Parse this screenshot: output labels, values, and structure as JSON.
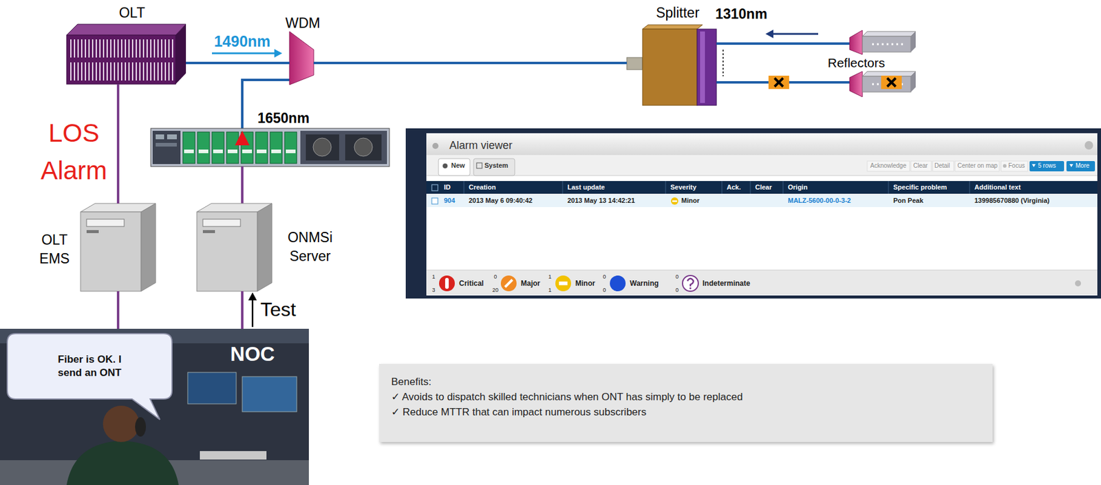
{
  "diagram": {
    "nodes": [
      {
        "text": [
          "OLT"
        ]
      },
      {
        "text": [
          "WDM"
        ]
      },
      {
        "text": [
          "Splitter"
        ]
      },
      {
        "text": [
          "OLT EMS"
        ]
      },
      {
        "text": [
          "ONMSi Server"
        ]
      },
      {
        "text": [
          "Alarm viewer"
        ]
      },
      {
        "text": [
          "NOC"
        ]
      },
      {
        "text": [
          "Fiber is OK. I send an ONT"
        ],
        "in": 6
      },
      {
        "text": [
          "Benefits:",
          "✓ Avoids to dispatch skilled technicians when ONT has simply to be replaced",
          "✓ Reduce MTTR that can impact numerous subscribers"
        ]
      }
    ],
    "edges": [
      {
        "from": 0,
        "to": 1,
        "arrow": "none"
      },
      {
        "from": 1,
        "to": 2,
        "arrow": "none"
      },
      {
        "from": 0,
        "to": 3,
        "arrow": "none"
      },
      {
        "from": 3,
        "to": 6,
        "arrow": "none"
      },
      {
        "from": 4,
        "to": 6,
        "arrow": "none"
      }
    ],
    "labels": [
      "1490nm",
      "1310nm",
      "Reflectors",
      "1650nm",
      "LOS Alarm",
      "Test",
      "New",
      "System",
      "Acknowledge",
      "Clear",
      "Detail",
      "Center on map",
      "Focus",
      "5 rows",
      "More",
      "ID",
      "Creation",
      "Last update",
      "Severity",
      "Ack.",
      "Clear",
      "Origin",
      "Specific problem",
      "Additional text",
      "904",
      "2013 May 6 09:40:42",
      "2013 May 13 14:42:21",
      "Minor",
      "MALZ-5600-00-0-3-2",
      "Pon Peak",
      "139985670880 (Virginia)",
      "1",
      "3",
      "Critical",
      "0",
      "20",
      "Major",
      "1",
      "1",
      "Minor",
      "0",
      "0",
      "Warning",
      "0",
      "0",
      "Indeterminate"
    ]
  }
}
